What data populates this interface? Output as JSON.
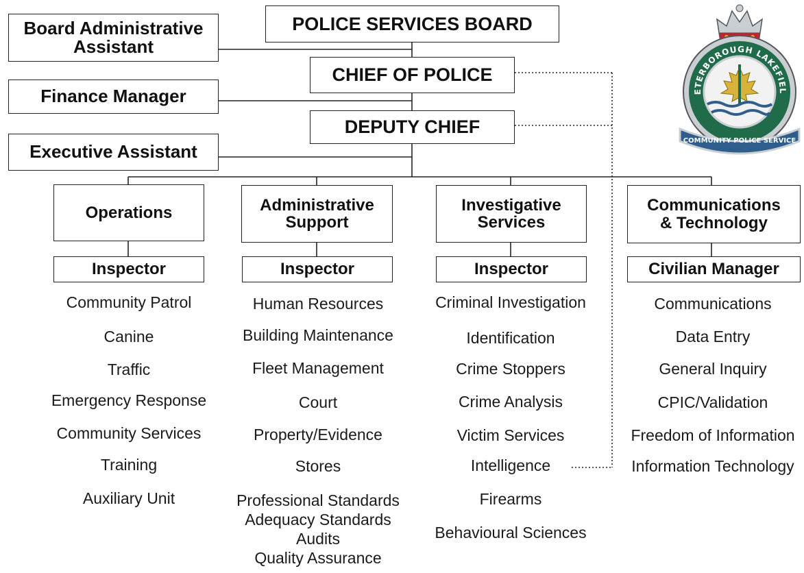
{
  "board": "POLICE SERVICES BOARD",
  "chief": "CHIEF OF POLICE",
  "deputy": "DEPUTY CHIEF",
  "staff": {
    "board_admin_line1": "Board Administrative",
    "board_admin_line2": "Assistant",
    "finance": "Finance Manager",
    "executive": "Executive Assistant"
  },
  "divisions": [
    {
      "name_line1": "Operations",
      "name_line2": "",
      "lead": "Inspector",
      "units": [
        "Community Patrol",
        "Canine",
        "Traffic",
        "Emergency Response",
        "Community Services",
        "Training",
        "Auxiliary Unit"
      ]
    },
    {
      "name_line1": "Administrative",
      "name_line2": "Support",
      "lead": "Inspector",
      "units": [
        "Human Resources",
        "Building Maintenance",
        "Fleet Management",
        "Court",
        "Property/Evidence",
        "Stores",
        "Professional Standards",
        "Adequacy Standards",
        "Audits",
        "Quality Assurance"
      ]
    },
    {
      "name_line1": "Investigative",
      "name_line2": "Services",
      "lead": "Inspector",
      "units": [
        "Criminal Investigation",
        "Identification",
        "Crime Stoppers",
        "Crime Analysis",
        "Victim Services",
        "Intelligence",
        "Firearms",
        "Behavioural Sciences"
      ]
    },
    {
      "name_line1": "Communications",
      "name_line2": "& Technology",
      "lead": "Civilian Manager",
      "units": [
        "Communications",
        "Data Entry",
        "General Inquiry",
        "CPIC/Validation",
        "Freedom of Information",
        "Information Technology"
      ]
    }
  ],
  "logo": {
    "ring_text_top": "PETERBOROUGH LAKEFIELD",
    "banner_text": "COMMUNITY POLICE SERVICE",
    "icon": "police-crest-icon",
    "colors": {
      "green": "#1f6b4a",
      "gold": "#d9b23a",
      "red": "#c8202f",
      "blue": "#2f5d8c",
      "silver": "#c9ced3"
    }
  }
}
